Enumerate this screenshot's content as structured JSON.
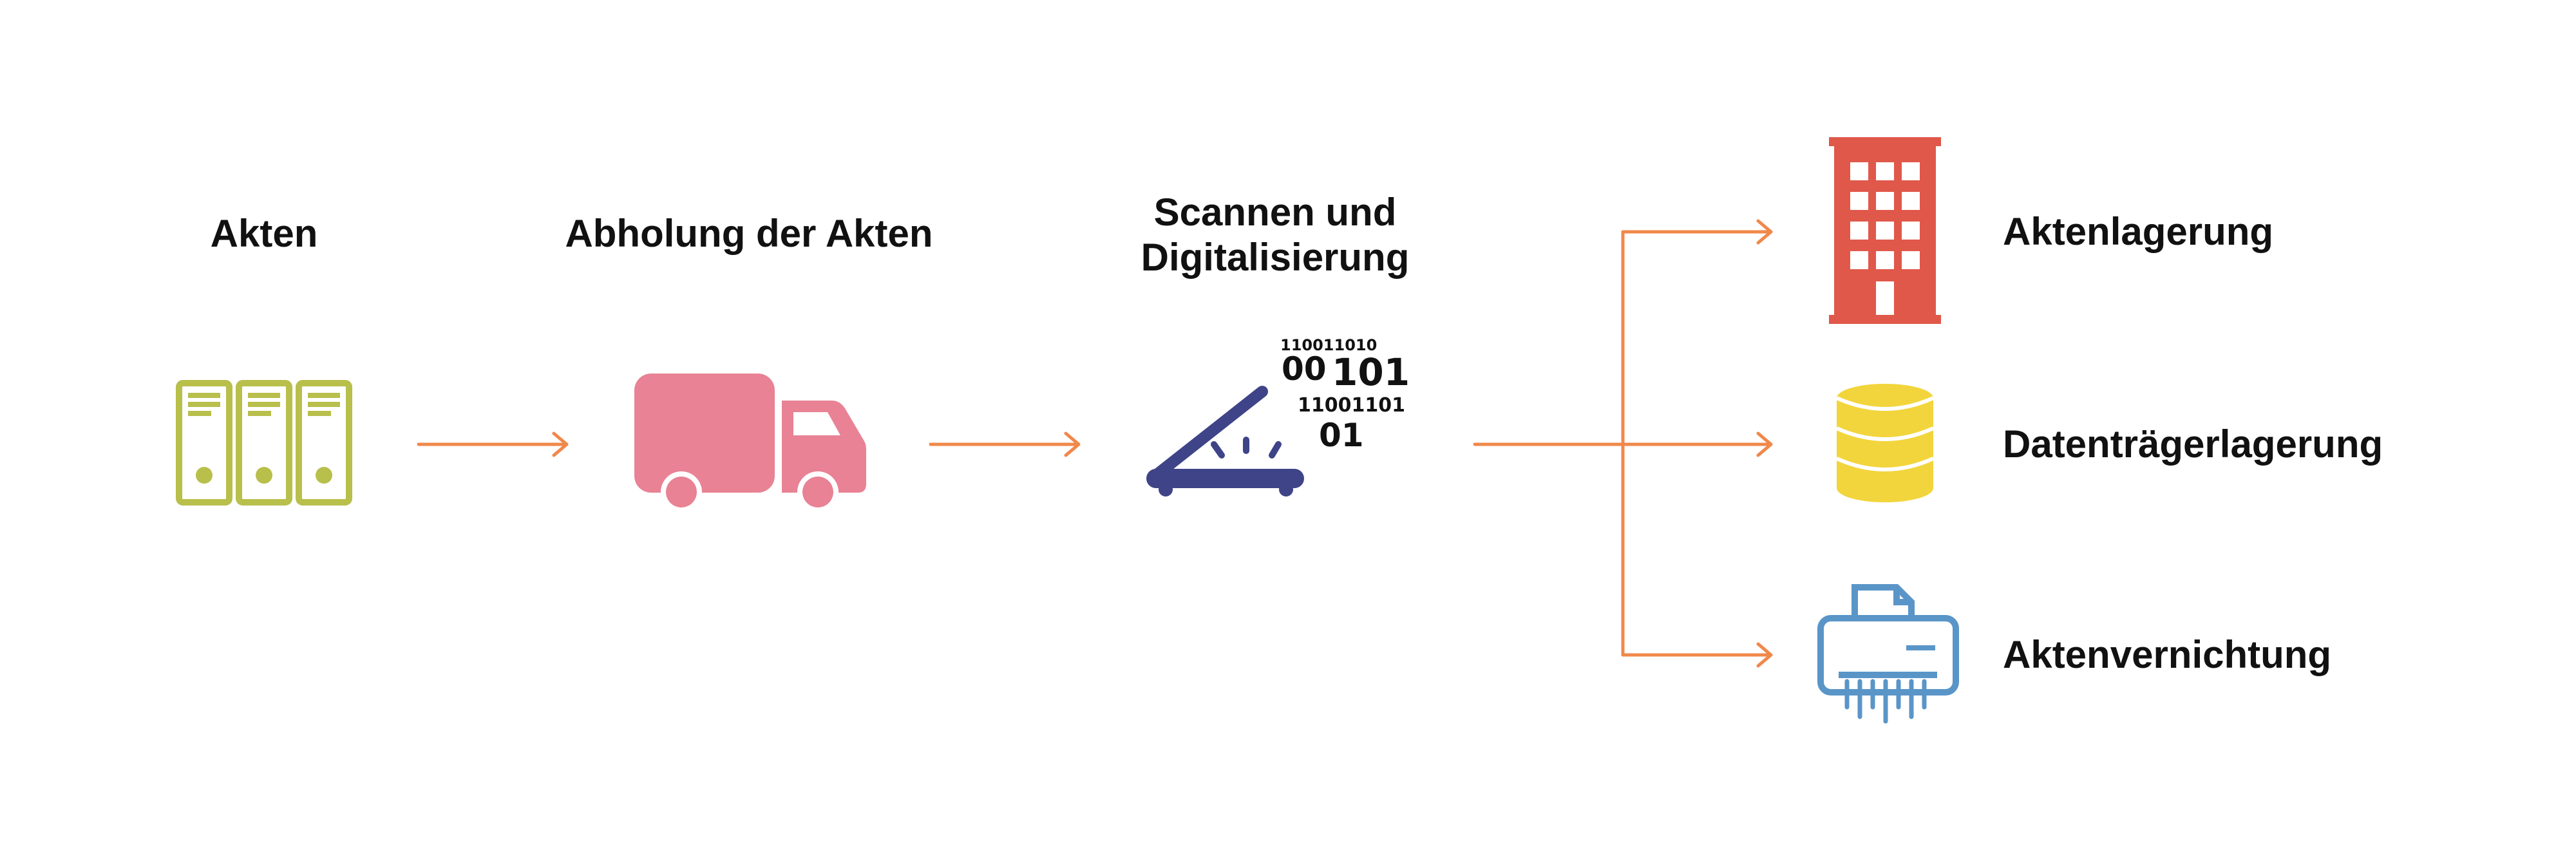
{
  "steps": [
    {
      "label": "Akten",
      "icon": "binders-icon",
      "color": "#b8bf4b"
    },
    {
      "label": "Abholung der Akten",
      "icon": "truck-icon",
      "color": "#e88294"
    },
    {
      "label_line1": "Scannen und",
      "label_line2": "Digitalisierung",
      "icon": "scanner-icon",
      "color": "#3e4487"
    }
  ],
  "binary": [
    "110011010",
    "00",
    "101",
    "11001101",
    "01"
  ],
  "outputs": [
    {
      "label": "Aktenlagerung",
      "icon": "building-icon",
      "color": "#e0584a"
    },
    {
      "label": "Datenträgerlagerung",
      "icon": "database-icon",
      "color": "#f2d53c"
    },
    {
      "label": "Aktenvernichtung",
      "icon": "shredder-icon",
      "color": "#5a95c8"
    }
  ],
  "arrow_color": "#f0884a"
}
